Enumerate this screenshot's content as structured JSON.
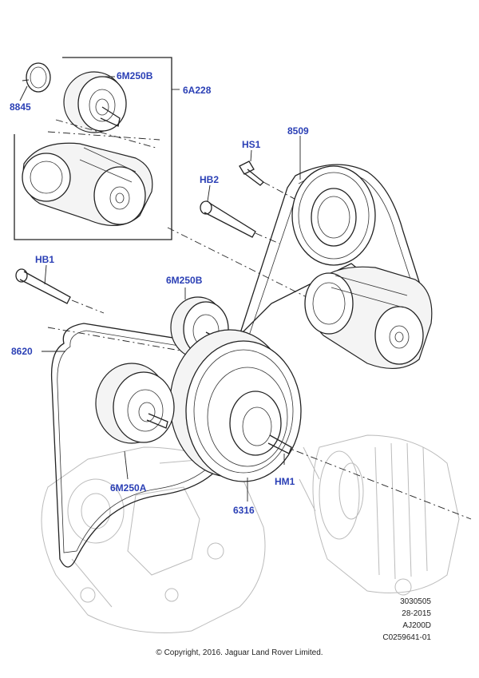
{
  "labels": {
    "p8845": "8845",
    "p6M250B_top": "6M250B",
    "p6A228": "6A228",
    "p8509": "8509",
    "pHS1": "HS1",
    "pHB2": "HB2",
    "pHB1": "HB1",
    "p6M250B_mid": "6M250B",
    "p8620": "8620",
    "p6M250A": "6M250A",
    "p6316": "6316",
    "pHM1": "HM1"
  },
  "reference": {
    "line1": "3030505",
    "line2": "28-2015",
    "line3": "AJ200D",
    "line4": "C0259641-01"
  },
  "copyright": "© Copyright, 2016. Jaguar Land Rover Limited."
}
